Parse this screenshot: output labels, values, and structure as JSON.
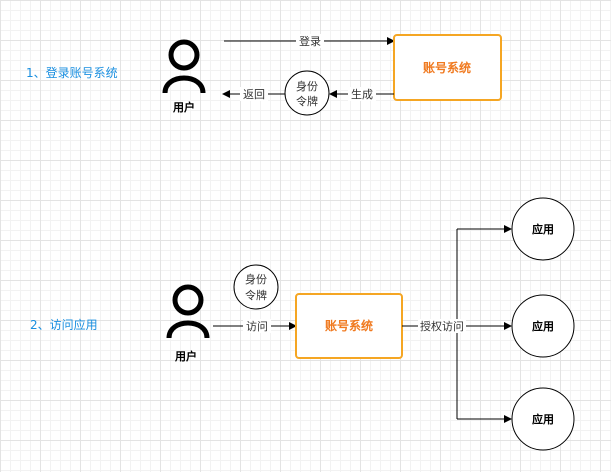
{
  "colors": {
    "section_label": "#1a8fe0",
    "box_stroke": "#f5a623",
    "box_text": "#f07a20",
    "line": "#000000",
    "text": "#333333"
  },
  "section1": {
    "label": "1、登录账号系统",
    "user_label": "用户",
    "edge_login": "登录",
    "edge_return": "返回",
    "edge_generate": "生成",
    "token_line1": "身份",
    "token_line2": "令牌",
    "box_label": "账号系统"
  },
  "section2": {
    "label": "2、访问应用",
    "user_label": "用户",
    "edge_access": "访问",
    "token_line1": "身份",
    "token_line2": "令牌",
    "box_label": "账号系统",
    "edge_authorized": "授权访问",
    "apps": [
      "应用",
      "应用",
      "应用"
    ]
  },
  "icons": [
    "user-icon",
    "user-icon"
  ]
}
